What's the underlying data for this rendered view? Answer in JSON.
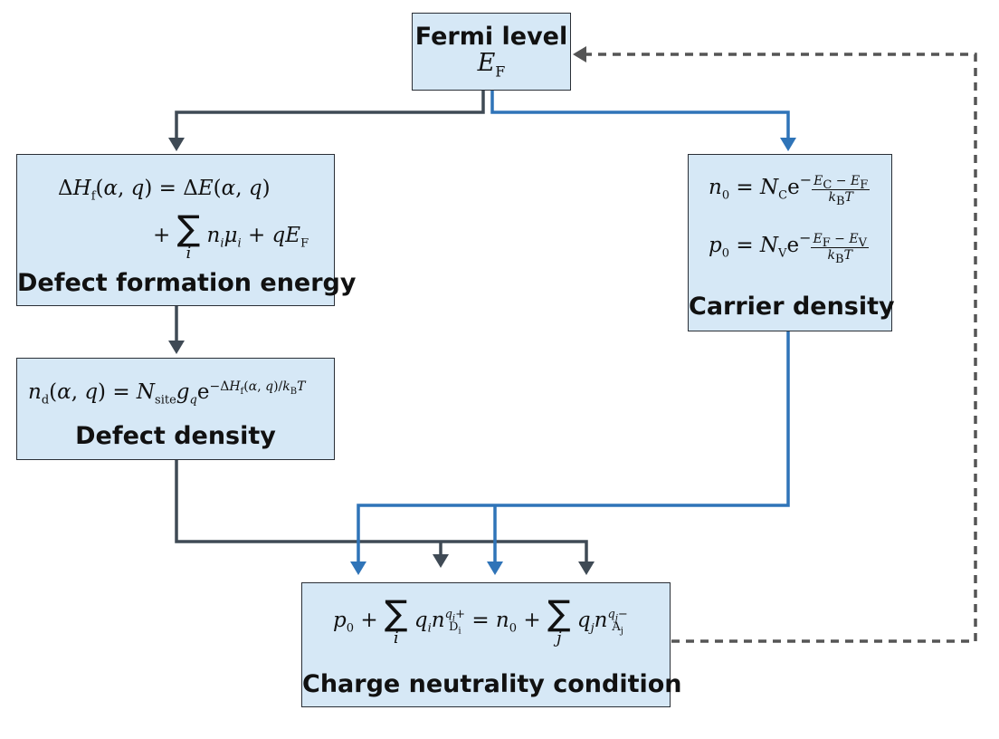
{
  "colors": {
    "dark_arrow": "#3f4a55",
    "blue_arrow": "#2f74b8",
    "box_fill": "#d6e8f6",
    "dashed_arrow": "#555555"
  },
  "fermi": {
    "title": "Fermi level",
    "symbol": "E",
    "sub": "F"
  },
  "formation": {
    "title": "Defect formation energy"
  },
  "density": {
    "title": "Defect density"
  },
  "carrier": {
    "title": "Carrier density"
  },
  "neutrality": {
    "title": "Charge neutrality condition"
  }
}
